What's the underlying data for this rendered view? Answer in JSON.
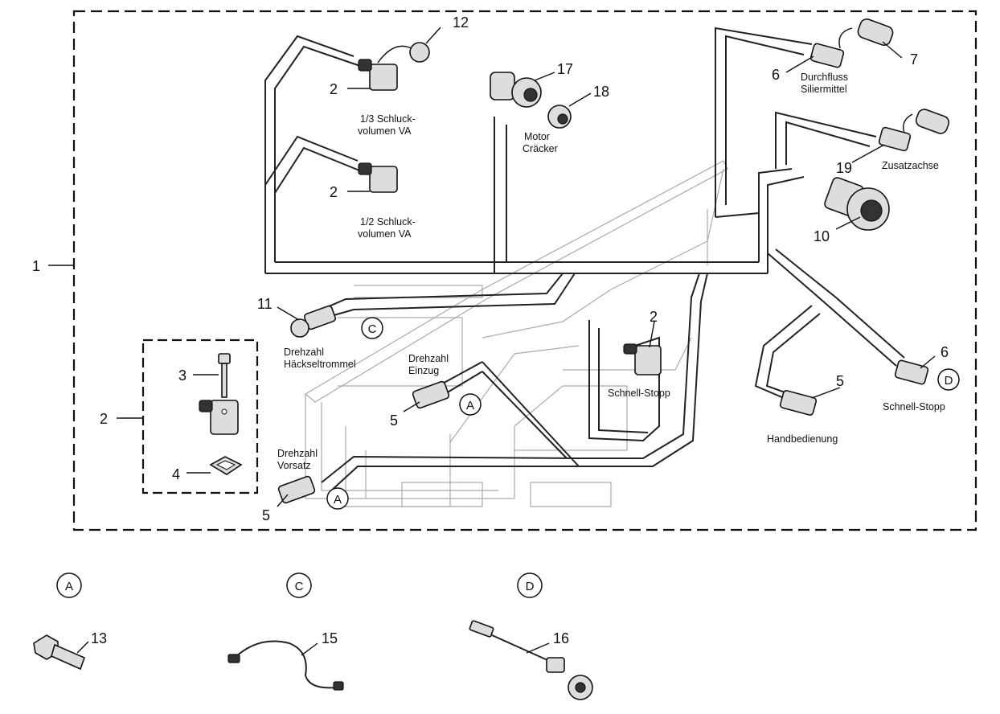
{
  "callouts": {
    "c1": "1",
    "c2_box": "2",
    "c2_a": "2",
    "c2_b": "2",
    "c2_c": "2",
    "c3": "3",
    "c4": "4",
    "c5_a": "5",
    "c5_b": "5",
    "c5_c": "5",
    "c6_a": "6",
    "c6_b": "6",
    "c7": "7",
    "c10": "10",
    "c11": "11",
    "c12": "12",
    "c13": "13",
    "c15": "15",
    "c16": "16",
    "c17": "17",
    "c18": "18",
    "c19": "19"
  },
  "labels": {
    "schluck_13_line1": "1/3 Schluck-",
    "schluck_13_line2": "volumen VA",
    "schluck_12_line1": "1/2 Schluck-",
    "schluck_12_line2": "volumen VA",
    "motor_line1": "Motor",
    "motor_line2": "Cräcker",
    "durchfluss_line1": "Durchfluss",
    "durchfluss_line2": "Siliermittel",
    "zusatzachse": "Zusatzachse",
    "drehzahl_haeckselt_line1": "Drehzahl",
    "drehzahl_haeckselt_line2": "Häckseltrommel",
    "drehzahl_einzug_line1": "Drehzahl",
    "drehzahl_einzug_line2": "Einzug",
    "drehzahl_vorsatz_line1": "Drehzahl",
    "drehzahl_vorsatz_line2": "Vorsatz",
    "schnell_stopp_mid": "Schnell-Stopp",
    "schnell_stopp_right": "Schnell-Stopp",
    "handbedienung": "Handbedienung"
  },
  "detail_markers": {
    "A_main": "A",
    "A_lower": "A",
    "C_main": "C",
    "D_main": "D",
    "A_detail": "A",
    "C_detail": "C",
    "D_detail": "D"
  }
}
